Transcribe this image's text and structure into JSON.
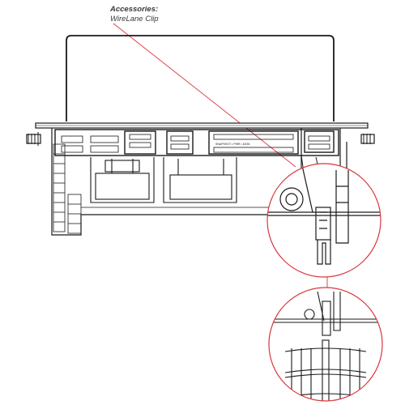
{
  "callout": {
    "title": "Accessories:",
    "subtitle": "WireLane Clip"
  },
  "device_label": "SNAPSHOT • PWR • DATA",
  "colors": {
    "line": "#1a1a1a",
    "callout": "#d9363e",
    "background": "#ffffff"
  }
}
